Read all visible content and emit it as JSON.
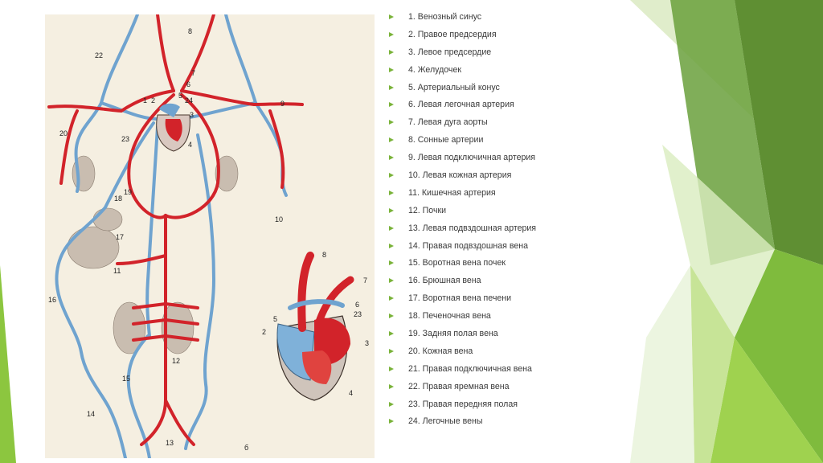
{
  "slide": {
    "accent_color": "#8cc63f",
    "legend_bullet_color": "#7ab33a",
    "legend": [
      {
        "label": "1. Венозный  синус"
      },
      {
        "label": "2. Правое  предсердия"
      },
      {
        "label": "3. Левое  предсердие"
      },
      {
        "label": "4. Желудочек"
      },
      {
        "label": "5. Артериальный конус"
      },
      {
        "label": "6. Левая легочная артерия"
      },
      {
        "label": "7. Левая дуга аорты"
      },
      {
        "label": "8. Сонные артерии"
      },
      {
        "label": "9. Левая подключичная артерия"
      },
      {
        "label": "10. Левая кожная артерия"
      },
      {
        "label": "11. Кишечная артерия"
      },
      {
        "label": "12. Почки"
      },
      {
        "label": "13. Левая подвздошная артерия"
      },
      {
        "label": "14. Правая подвздошная вена"
      },
      {
        "label": "15. Воротная вена почек"
      },
      {
        "label": "16. Брюшная вена"
      },
      {
        "label": "17. Воротная вена печени"
      },
      {
        "label": "18. Печеночная вена"
      },
      {
        "label": "19. Задняя полая вена"
      },
      {
        "label": "20. Кожная вена"
      },
      {
        "label": "21. Правая   подключичная   вена"
      },
      {
        "label": "22. Правая   яремная   вена"
      },
      {
        "label": "23. Правая   передняя   полая"
      },
      {
        "label": "24. Легочные вены"
      }
    ]
  },
  "figure": {
    "artery_color": "#d2232a",
    "vein_color": "#6fa3cf",
    "labels": {
      "n1": "1",
      "n2": "2",
      "n3": "3",
      "n4": "4",
      "n5": "5",
      "n6": "6",
      "n7": "7",
      "n8": "8",
      "n9": "9",
      "n10": "10",
      "n11": "11",
      "n12": "12",
      "n13": "13",
      "n14": "14",
      "n15": "15",
      "n16": "16",
      "n17": "17",
      "n18": "18",
      "n19": "19",
      "n20": "20",
      "n22": "22",
      "n23": "23",
      "n24": "24",
      "d2": "2",
      "d3": "3",
      "d4": "4",
      "d5": "5",
      "d6": "6",
      "d7": "7",
      "d8": "8",
      "d23": "23",
      "caption": "б"
    }
  }
}
